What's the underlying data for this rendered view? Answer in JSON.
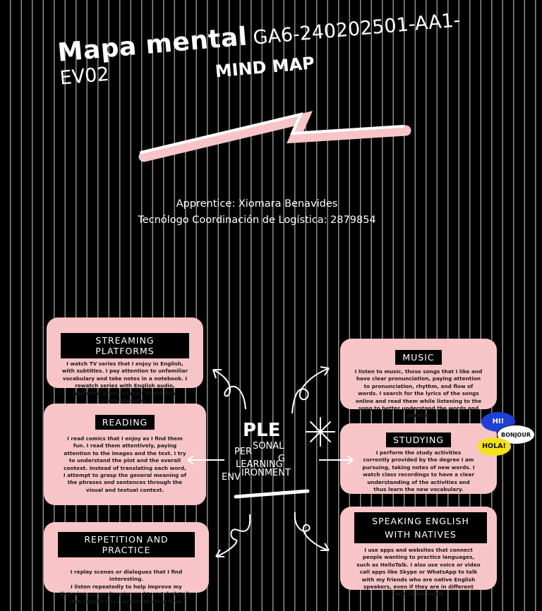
{
  "header": {
    "title": "Mapa mental",
    "code": "GA6-240202501-AA1-EV02",
    "subtitle": "MIND MAP"
  },
  "byline": {
    "apprentice": "Apprentice: Xiomara Benavides",
    "program": "Tecnólogo Coordinación de Logística: 2879854"
  },
  "center": {
    "acronym": "PLE",
    "line_per": "PER",
    "line_sonal": "SONAL",
    "line_learning": "LEARNING",
    "line_g": "G",
    "line_env": "ENV",
    "line_ironment": "IRONMENT"
  },
  "cards": {
    "streaming": {
      "title": "STREAMING PLATFORMS",
      "body": "I watch TV series that I enjoy in English, with subtitles. I pay attention to unfamiliar vocabulary and take notes in a notebook. I rewatch series with English audio, repeating pronunciation to enhance comprehension."
    },
    "reading": {
      "title": "READING",
      "body": "I read comics that I enjoy as I find them fun. I read them attentively, paying attention to the images and the text. I try to understand the plot and the overall context. Instead of translating each word, I attempt to grasp the general meaning of the phrases and sentences through the visual and textual context."
    },
    "repetition": {
      "title": "REPETITION AND PRACTICE",
      "body_1": "I replay scenes or dialogues that I find interesting.",
      "body_2": "I listen repeatedly to help improve my listening comprehension and to catch details that I might have missed the first time."
    },
    "music": {
      "title": "MUSIC",
      "body": "I listen to music, those songs that I like and have clear pronunciation, paying attention to pronunciation, rhythm, and flow of words. I search for the lyrics of the songs online and read them while listening to the song to better understand the words and phrases"
    },
    "studying": {
      "title": "STUDYING",
      "body": "I perform the study activities currently provided by the degree I am pursuing, taking notes of new words. I watch class recordings to have a clear understanding of the activities and thus learn the new vocabulary."
    },
    "speaking": {
      "title": "SPEAKING ENGLISH WITH NATIVES",
      "body": "I use apps and websites that connect people wanting to practice languages, such as HelloTalk. I also use voice or video call apps like Skype or WhatsApp to talk with my friends who are native English speakers, even if they are in different parts of the world."
    }
  },
  "bubbles": {
    "hi": "HI!",
    "bonjour": "BONJOUR",
    "hola": "HOLA!"
  },
  "colors": {
    "background": "#000000",
    "stripe": "#ffffff",
    "card": "#f7c5c8",
    "bubble_blue": "#1f3fd6",
    "bubble_yellow": "#f2e21a",
    "bubble_white": "#ffffff"
  }
}
